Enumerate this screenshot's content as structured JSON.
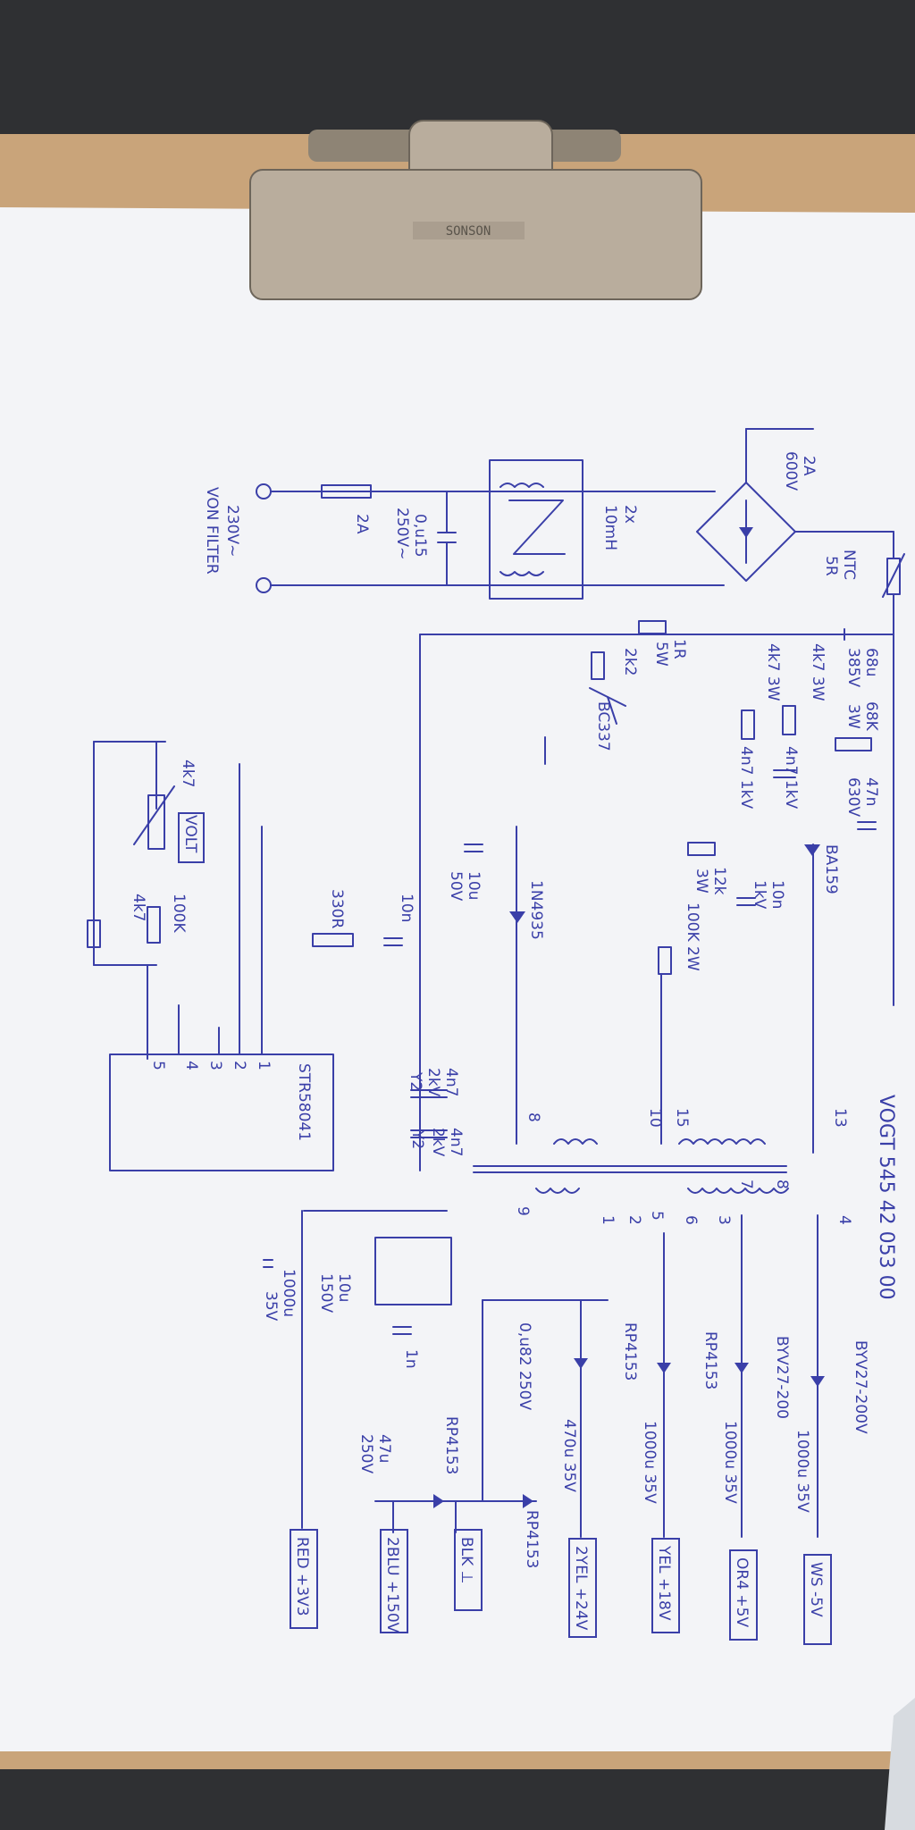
{
  "clipboard": {
    "brand": "SONSON"
  },
  "schematic": {
    "title": "VOGT 545 42 053 00",
    "input": {
      "label_line1": "230V~",
      "label_line2": "VON FILTER"
    },
    "fuse": "2A",
    "x_cap": {
      "value": "0,u15",
      "rating": "250V~"
    },
    "choke": {
      "value": "2x",
      "rating": "10mH"
    },
    "bridge": {
      "value": "2A",
      "rating": "600V"
    },
    "ntc": {
      "value": "NTC",
      "rating": "5R"
    },
    "bulk_cap": {
      "value": "68u",
      "rating": "385V"
    },
    "r_1r5w": {
      "value": "1R",
      "rating": "5W"
    },
    "r_2k2": "2k2",
    "transistor": "BC337",
    "r_4k7_3w_a": "4k7 3W",
    "r_4k7_3w_b": "4k7 3W",
    "r_68k": {
      "value": "68K",
      "rating": "3W"
    },
    "c_4n7_1kv_a": "4n7 1kV",
    "c_4n7_1kv_b": "4n7 1kV",
    "c_47n": {
      "value": "47n",
      "rating": "630V"
    },
    "r_12k": {
      "value": "12k",
      "rating": "3W"
    },
    "c_10n_1kv": {
      "value": "10n",
      "rating": "1kV"
    },
    "d_ba159": "BA159",
    "c_10u": {
      "value": "10u",
      "rating": "50V"
    },
    "zener": "1N4935",
    "c_10n": "10n",
    "r_330r": "330R",
    "r_100k_2w": "100K 2W",
    "pot_4k7": "4k7",
    "volt_box": "VOLT",
    "r_100k": "100K",
    "r_4k7": "4k7",
    "ic": {
      "name": "STR58041",
      "pins": [
        "1",
        "2",
        "3",
        "4",
        "5"
      ]
    },
    "y_cap_a": {
      "value": "4n7",
      "rating1": "2kV",
      "rating2": "Y2"
    },
    "y_cap_b": {
      "value": "4n7",
      "rating1": "2kV",
      "rating2": "Y2"
    },
    "xfmr_primary_pins": [
      "8",
      "10",
      "15",
      "13"
    ],
    "xfmr_secondary_pins": [
      "9",
      "1",
      "2",
      "5",
      "6",
      "3",
      "7",
      "8",
      "4"
    ],
    "c_1000u_35v_reg": {
      "value": "1000u",
      "rating": "35V"
    },
    "c_10u_150v": {
      "value": "10u",
      "rating": "150V"
    },
    "c_1n": "1n",
    "c_0u82": "0,u82 250V",
    "diodes": [
      "RP4153",
      "RP4153",
      "BYV27-200",
      "BYV27-200V"
    ],
    "caps_out": [
      "470u 35V",
      "1000u 35V",
      "1000u 35V",
      "1000u 35V"
    ],
    "diode_rp_a": "RP4153",
    "diode_rp_b": "RP4153",
    "c_47u": {
      "value": "47u",
      "rating": "250V"
    },
    "outputs": [
      "RED +3V3",
      "2BLU +150V",
      "BLK ⊥",
      "2YEL +24V",
      "YEL +18V",
      "OR4 +5V",
      "WS -5V"
    ]
  }
}
